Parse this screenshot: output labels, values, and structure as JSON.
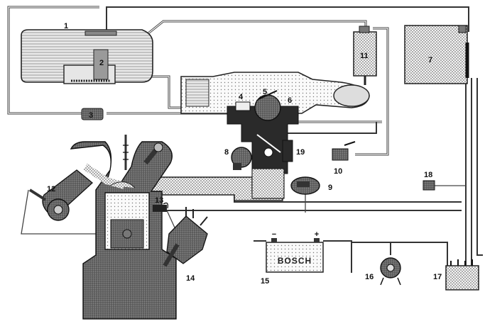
{
  "diagram": {
    "labels": {
      "c1": "1",
      "c2": "2",
      "c3": "3",
      "c4": "4",
      "c5": "5",
      "c6": "6",
      "c7": "7",
      "c8": "8",
      "c9": "9",
      "c10": "10",
      "c11": "11",
      "c12": "12",
      "c13": "13",
      "c14": "14",
      "c15": "15",
      "c16": "16",
      "c17": "17",
      "c18": "18",
      "c19": "19"
    },
    "battery": {
      "minus": "−",
      "plus": "+",
      "brand": "BOSCH"
    }
  }
}
